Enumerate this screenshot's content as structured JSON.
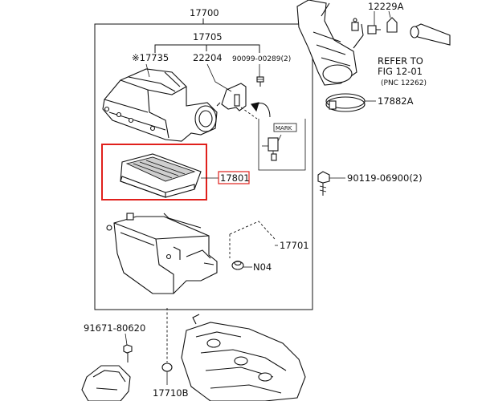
{
  "labels": {
    "p17700": "17700",
    "p17705": "17705",
    "p17735": "※17735",
    "p22204": "22204",
    "p90099": "90099-00289(2)",
    "p12229a": "12229A",
    "refer_line1": "REFER TO",
    "refer_line2": "FIG 12-01",
    "refer_line3": "(PNC 12262)",
    "p17882a": "17882A",
    "mark": "MARK",
    "p17801": "17801",
    "p90119": "90119-06900(2)",
    "p17701": "17701",
    "n04": "N04",
    "p91671": "91671-80620",
    "p17710b": "17710B"
  },
  "colors": {
    "highlight": "#e0201c",
    "line": "#111111"
  }
}
